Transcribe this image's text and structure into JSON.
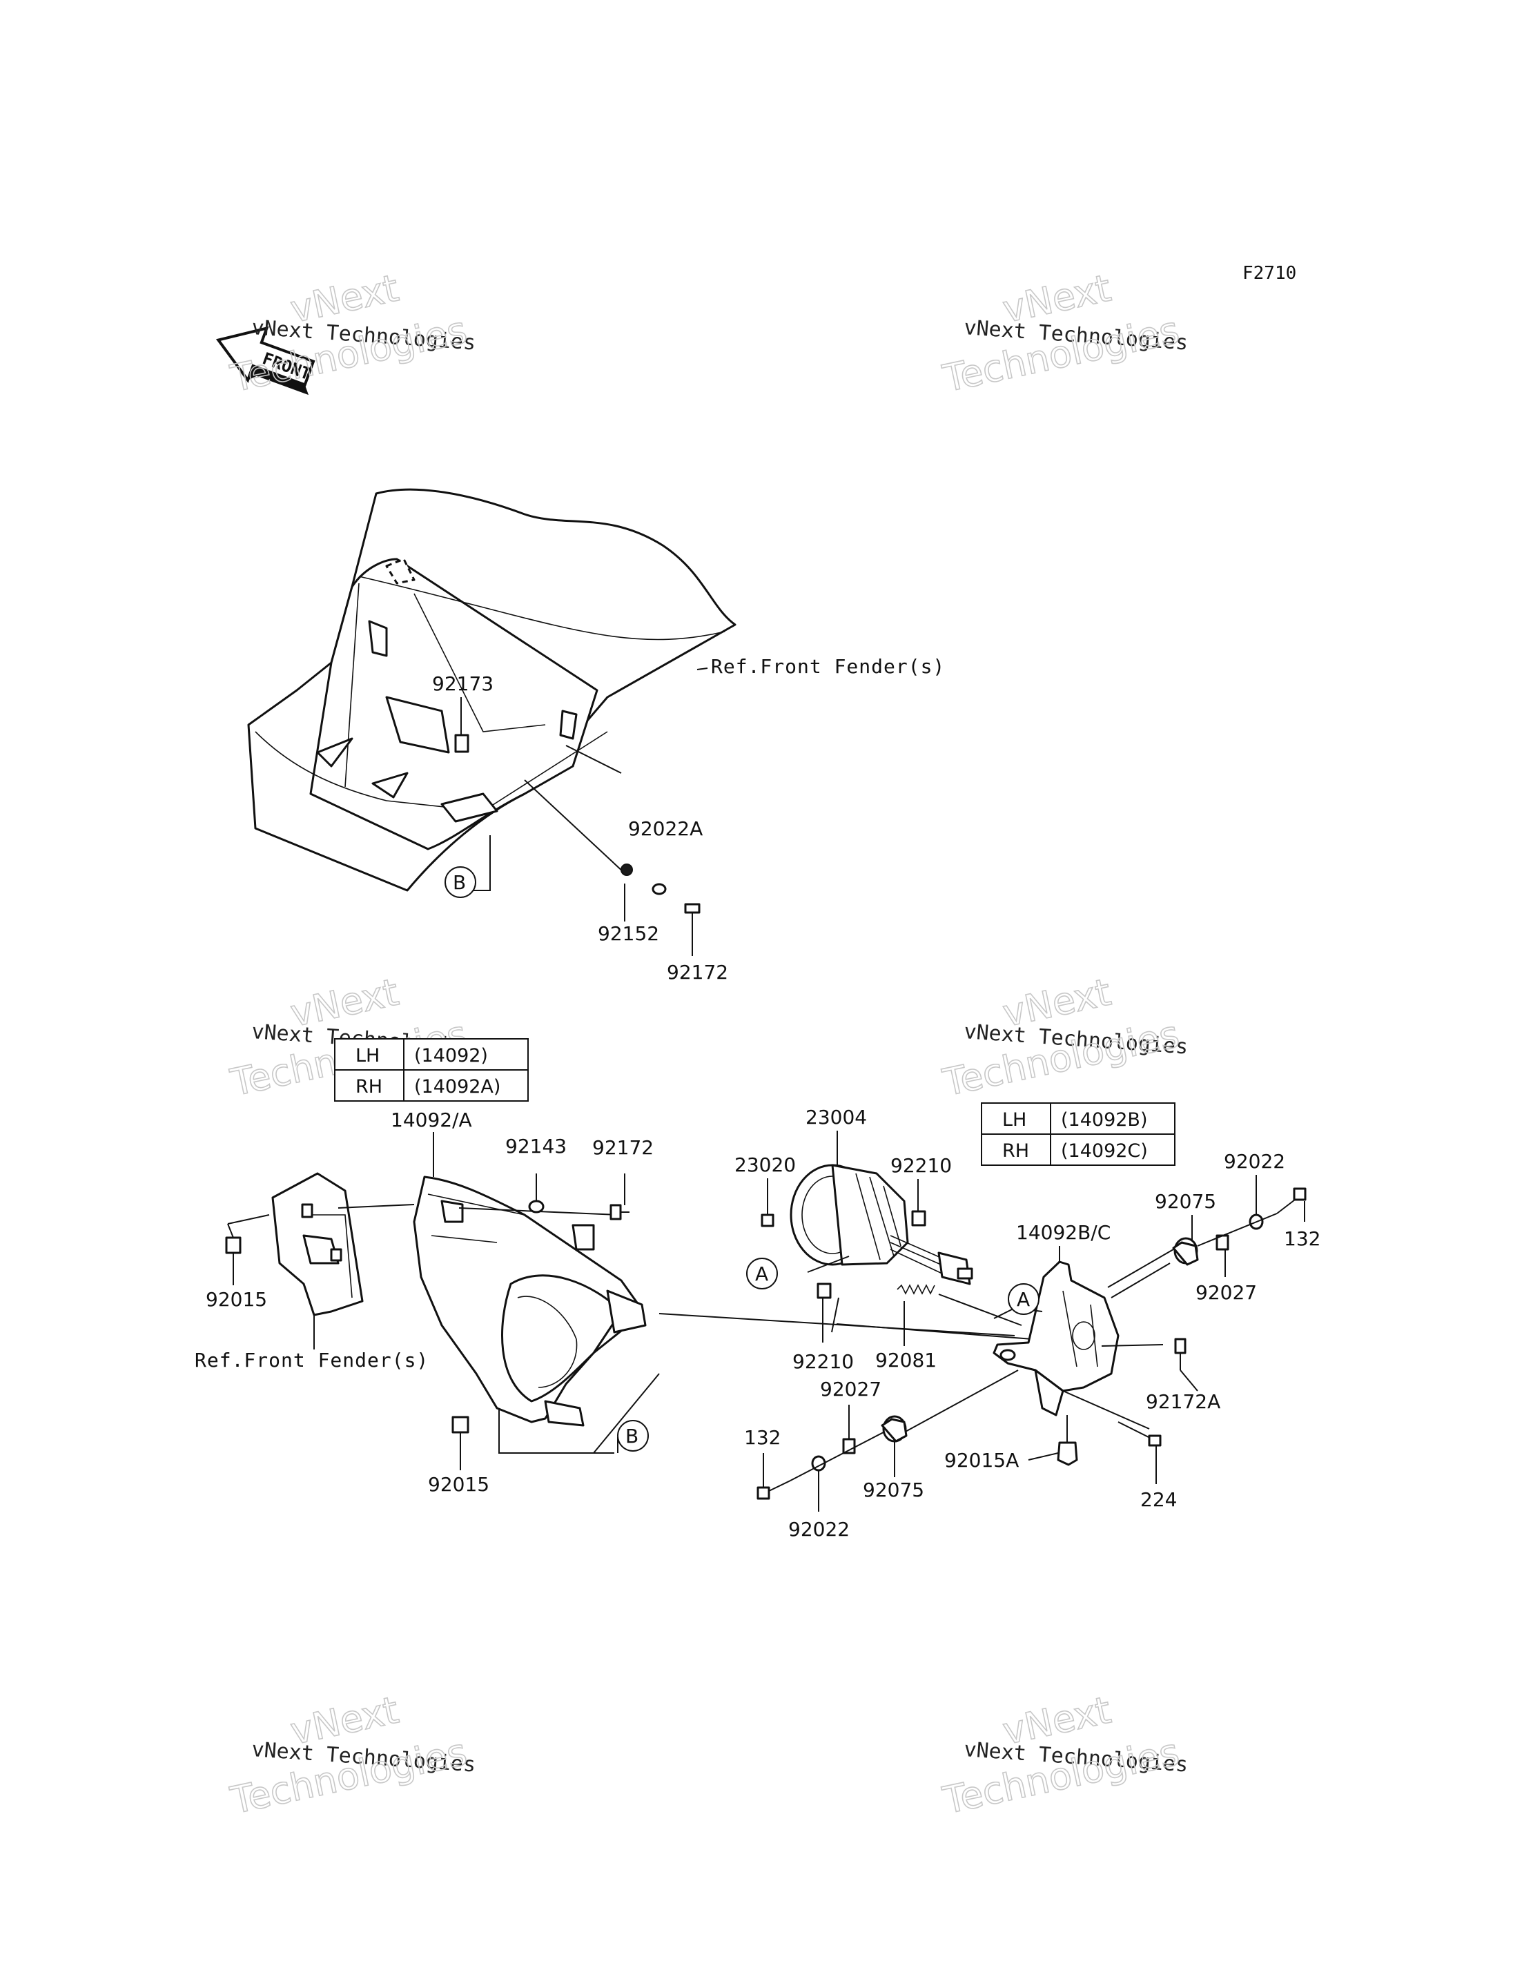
{
  "figure_code": "F2710",
  "front_arrow": "FRONT",
  "watermark": {
    "line1": "vNext Technologies",
    "line2": "Technologies",
    "line3": "vNext"
  },
  "refs": {
    "front_fender_top": "Ref.Front Fender(s)",
    "front_fender_left": "Ref.Front Fender(s)"
  },
  "callouts": {
    "a": "A",
    "b": "B"
  },
  "table_left": {
    "rows": [
      {
        "side": "LH",
        "part": "(14092)"
      },
      {
        "side": "RH",
        "part": "(14092A)"
      }
    ]
  },
  "table_right": {
    "rows": [
      {
        "side": "LH",
        "part": "(14092B)"
      },
      {
        "side": "RH",
        "part": "(14092C)"
      }
    ]
  },
  "parts": {
    "p92173": "92173",
    "p92022A": "92022A",
    "p92152": "92152",
    "p92172_top": "92172",
    "p14092A": "14092/A",
    "p92143": "92143",
    "p92172_mid": "92172",
    "p92015_left": "92015",
    "p92015_bottom": "92015",
    "p23004": "23004",
    "p23020": "23020",
    "p92210_top": "92210",
    "p92210_bottom": "92210",
    "p92081": "92081",
    "p14092BC": "14092B/C",
    "p92075_top": "92075",
    "p92022_top": "92022",
    "p132_right": "132",
    "p92027_right": "92027",
    "p92172A": "92172A",
    "p92027_bottom": "92027",
    "p92075_bottom": "92075",
    "p132_left": "132",
    "p92022_bottom": "92022",
    "p92015A": "92015A",
    "p224": "224"
  }
}
